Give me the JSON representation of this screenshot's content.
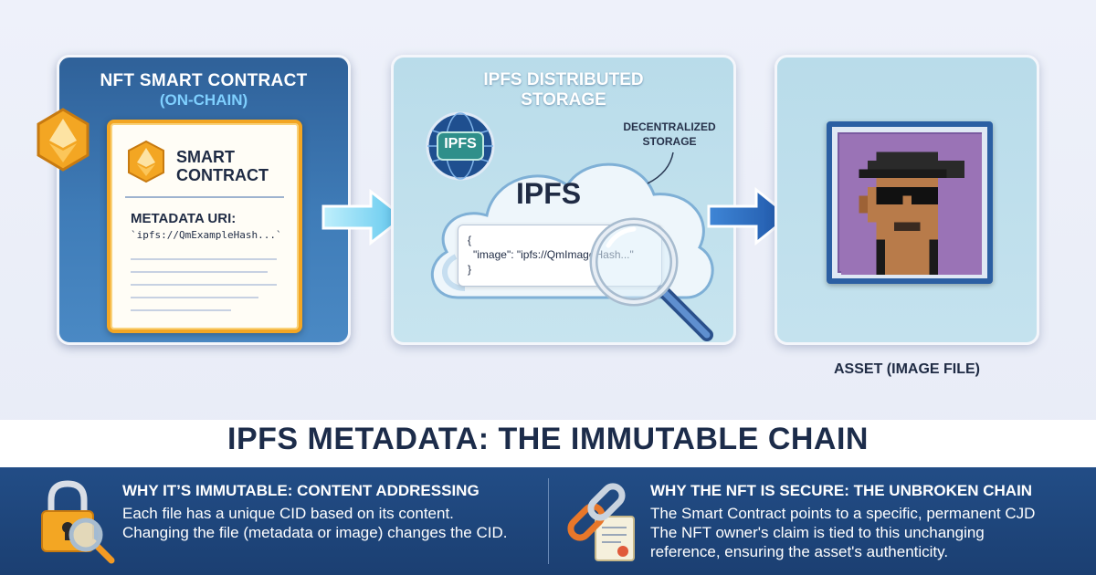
{
  "panels": {
    "contract": {
      "title": "NFT SMART CONTRACT",
      "subtitle": "(ON-CHAIN)",
      "doc_title": "SMART CONTRACT",
      "metadata_label": "METADATA URI:",
      "metadata_uri": "`ipfs://QmExampleHash...`"
    },
    "ipfs": {
      "title_line1": "IPFS DISTRIBUTED",
      "title_line2": "STORAGE",
      "badge": "IPFS",
      "callout_line1": "DECENTRALIZED",
      "callout_line2": "STORAGE",
      "cloud_label": "IPFS",
      "code_open": "{",
      "code_body": "\"image\": \"ipfs://QmImageHash...\"",
      "code_close": "}"
    },
    "asset": {
      "caption": "ASSET (IMAGE FILE)"
    }
  },
  "banner": {
    "title": "IPFS METADATA: THE IMMUTABLE CHAIN"
  },
  "cards": [
    {
      "title": "WHY IT’S IMMUTABLE: CONTENT ADDRESSING",
      "lines": [
        "Each file has a unique CID based on its content.",
        "Changing the file (metadata or image) changes the CID."
      ],
      "icon": "padlock-magnifier-icon"
    },
    {
      "title": "WHY THE NFT IS SECURE: THE UNBROKEN CHAIN",
      "lines": [
        "The Smart Contract points to a specific, permanent CJD",
        "The NFT owner's claim is tied to this unchanging",
        "reference, ensuring the asset's authenticity."
      ],
      "icon": "chain-link-document-icon"
    }
  ],
  "colors": {
    "contract_panel": "#3f7cb8",
    "ipfs_panel": "#c7e4ef",
    "accent_orange": "#f3a623",
    "bottom_bar": "#1b3f72",
    "title_text": "#1c2c4a",
    "cyan_text": "#7fd0ff"
  }
}
